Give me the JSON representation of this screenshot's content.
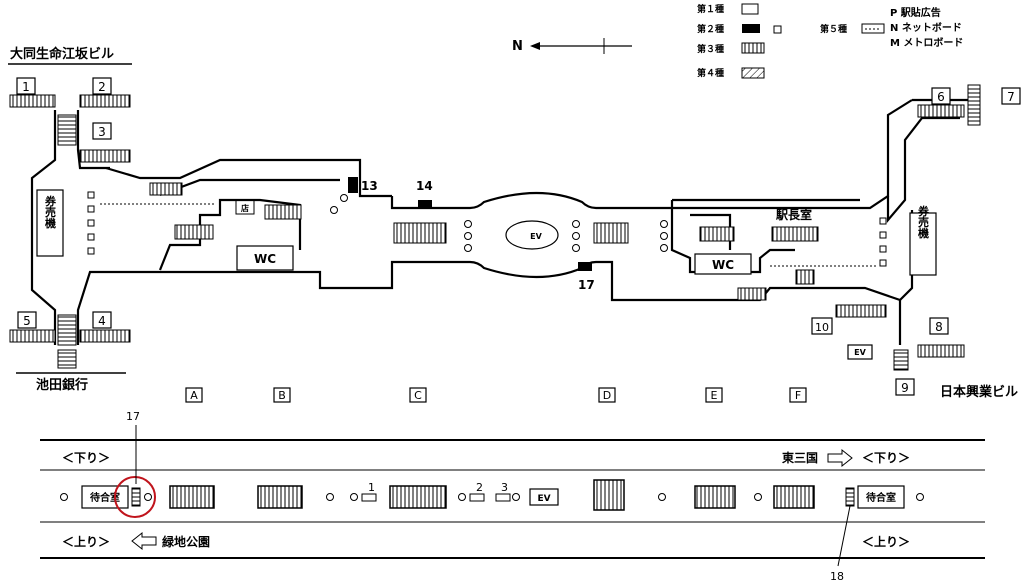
{
  "legend": {
    "type1": "第１種",
    "type2": "第２種",
    "type3": "第３種",
    "type4": "第４種",
    "type5": "第５種",
    "p_line": "P 駅貼広告",
    "n_line": "N ネットボード",
    "m_line": "M メトロボード",
    "north": "N"
  },
  "buildings": {
    "top_left": "大同生命江坂ビル",
    "bottom_left": "池田銀行",
    "bottom_right": "日本興業ビル"
  },
  "exits": [
    "1",
    "2",
    "3",
    "4",
    "5",
    "6",
    "7",
    "8",
    "9",
    "10"
  ],
  "rooms": {
    "ticket_left": "券売機",
    "ticket_right": "券売機",
    "wc_left": "WC",
    "wc_right": "WC",
    "shop": "店",
    "station_master": "駅長室",
    "ev_center": "EV",
    "ev_right": "EV"
  },
  "ad_numbers": {
    "n13": "13",
    "n14": "14",
    "n17": "17",
    "n17_platform": "17",
    "n18": "18",
    "n1": "1",
    "n2": "2",
    "n3": "3"
  },
  "sections": [
    "A",
    "B",
    "C",
    "D",
    "E",
    "F"
  ],
  "platform": {
    "down_left": "＜下り＞",
    "down_right": "＜下り＞",
    "up_left": "＜上り＞",
    "up_right": "＜上り＞",
    "higashimikuni": "東三国",
    "ryokuchi": "緑地公園",
    "waiting_left": "待合室",
    "waiting_right": "待合室",
    "ev": "EV"
  }
}
